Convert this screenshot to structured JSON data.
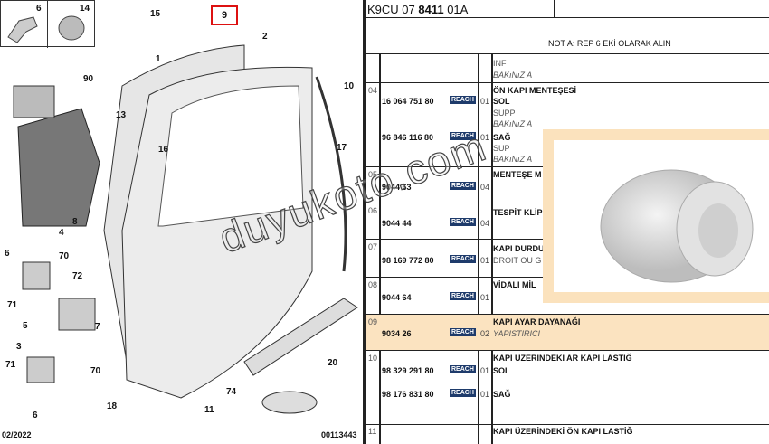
{
  "diagram": {
    "callouts": [
      "6",
      "14",
      "15",
      "9",
      "1",
      "2",
      "90",
      "13",
      "10",
      "16",
      "17",
      "8",
      "4",
      "6",
      "70",
      "72",
      "71",
      "5",
      "7",
      "3",
      "71",
      "70",
      "6",
      "18",
      "11",
      "20",
      "74"
    ],
    "footer_left": "02/2022",
    "footer_right": "00113443"
  },
  "header": {
    "code_prefix": "K9CU 07 ",
    "code_bold": "8411",
    "code_suffix": " 01A"
  },
  "note": "NOT A: REP 6 EKİ OLARAK ALIN",
  "reach_label": "REACH",
  "rows": [
    {
      "ref": "",
      "lines": [
        {
          "t": "INF",
          "s": "g"
        },
        {
          "t": "BAKıNıZ A",
          "s": "i"
        }
      ]
    },
    {
      "ref": "04",
      "title": "ÖN KAPI MENTEŞESİ",
      "parts": [
        {
          "pn": "16 064 751 80",
          "qty": "01",
          "desc": "SOL",
          "sub": [
            "SUPP",
            "BAKıNıZ A"
          ]
        },
        {
          "pn": "96 846 116 80",
          "qty": "01",
          "desc": "SAĞ",
          "sub": [
            "SUP",
            "BAKıNıZ A"
          ]
        }
      ]
    },
    {
      "ref": "05",
      "title": "MENTEŞE M",
      "parts": [
        {
          "pn": "9044 63",
          "qty": "04"
        }
      ]
    },
    {
      "ref": "06",
      "title": "TESPİT KLİP",
      "parts": [
        {
          "pn": "9044 44",
          "qty": "04"
        }
      ]
    },
    {
      "ref": "07",
      "title": "KAPI DURDU",
      "parts": [
        {
          "pn": "98 169 772 80",
          "qty": "01",
          "desc": "DROIT OU G"
        }
      ]
    },
    {
      "ref": "08",
      "title": "VİDALI MİL",
      "parts": [
        {
          "pn": "9044 64",
          "qty": "01"
        }
      ]
    },
    {
      "ref": "09",
      "title": "KAPI AYAR DAYANAĞI",
      "parts": [
        {
          "pn": "9034 26",
          "qty": "02",
          "desc": "YAPISTIRICI"
        }
      ]
    },
    {
      "ref": "10",
      "title": "KAPI ÜZERİNDEKİ AR KAPI LASTİĞ",
      "parts": [
        {
          "pn": "98 329 291 80",
          "qty": "01",
          "desc": "SOL"
        },
        {
          "pn": "98 176 831 80",
          "qty": "01",
          "desc": "SAĞ"
        }
      ]
    },
    {
      "ref": "11",
      "title": "KAPI ÜZERİNDEKİ ÖN KAPI LASTİĞ"
    }
  ],
  "watermark": "duyukoto.com",
  "colors": {
    "highlight": "#fbe3c0",
    "reach": "#1e3b6b",
    "popup_border": "#fbe2bd",
    "callout_box": "#dd1111"
  }
}
